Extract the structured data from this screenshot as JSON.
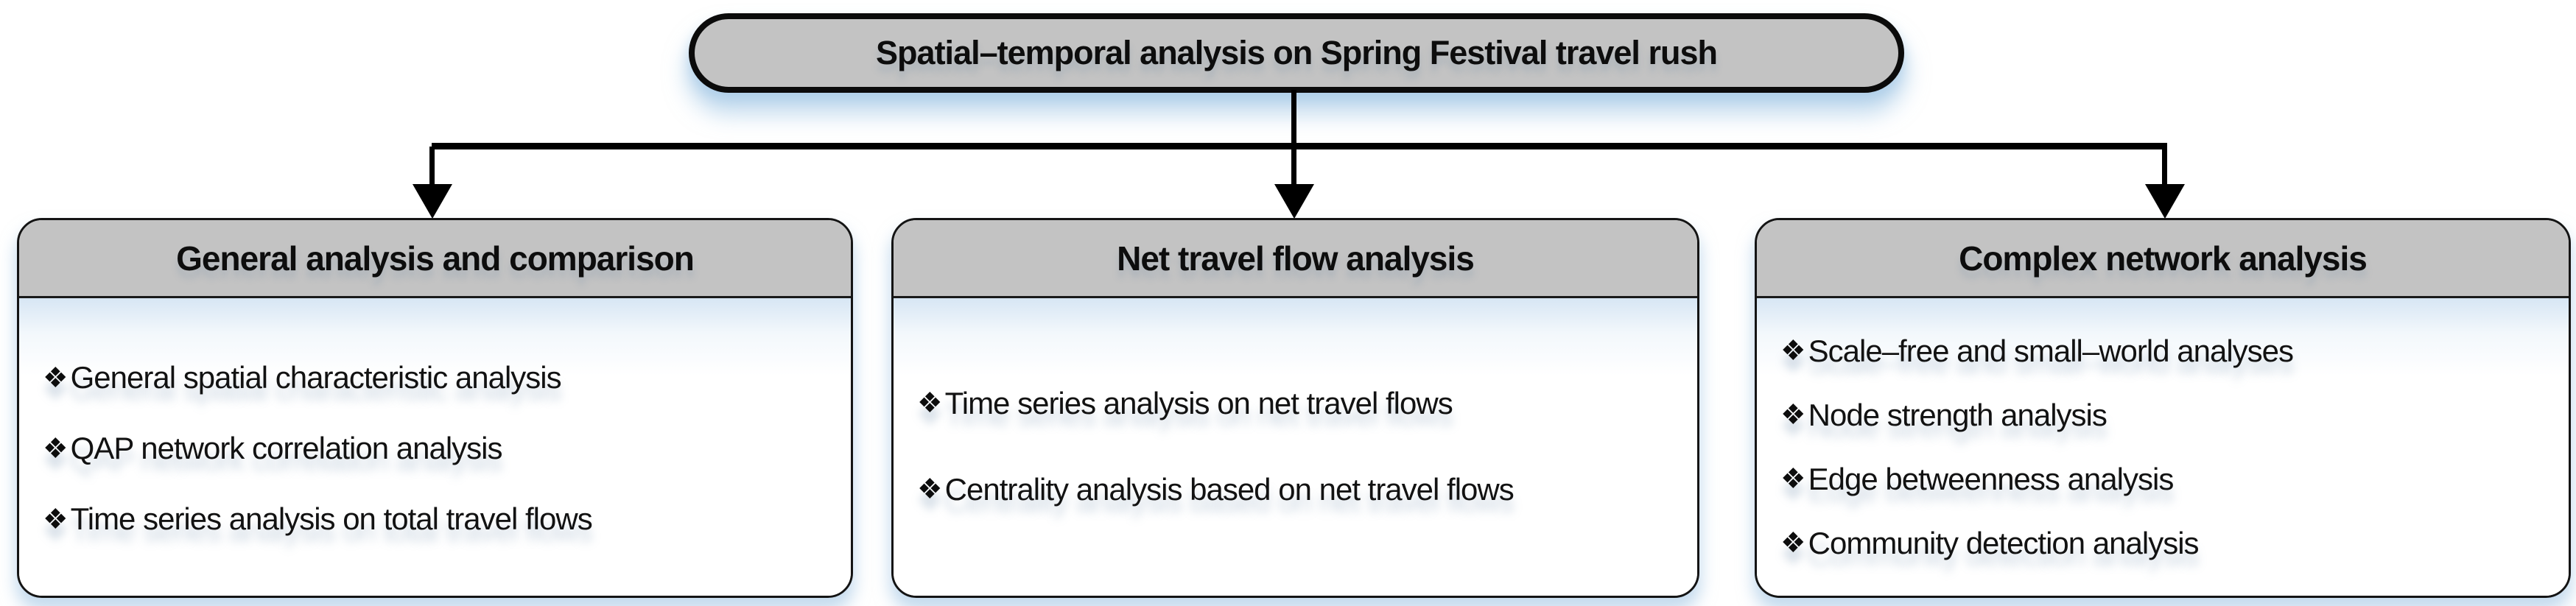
{
  "title": "Spatial–temporal analysis on Spring Festival travel rush",
  "glyphs": {
    "bullet": "❖"
  },
  "colors": {
    "node_fill": "#c3c3c3",
    "border": "#0d0d0d",
    "body_tint_top": "#d7e6f4",
    "glow": "#96c0e2",
    "text": "#121212"
  },
  "boxes": [
    {
      "header": "General analysis and comparison",
      "items": [
        "General spatial characteristic analysis",
        "QAP network correlation analysis",
        "Time series analysis on total travel flows"
      ]
    },
    {
      "header": "Net travel flow analysis",
      "items": [
        "Time series analysis on net travel flows",
        "Centrality analysis based on net travel flows"
      ]
    },
    {
      "header": "Complex network analysis",
      "items": [
        "Scale–free and small–world analyses",
        "Node strength analysis",
        "Edge betweenness analysis",
        "Community detection analysis"
      ]
    }
  ]
}
